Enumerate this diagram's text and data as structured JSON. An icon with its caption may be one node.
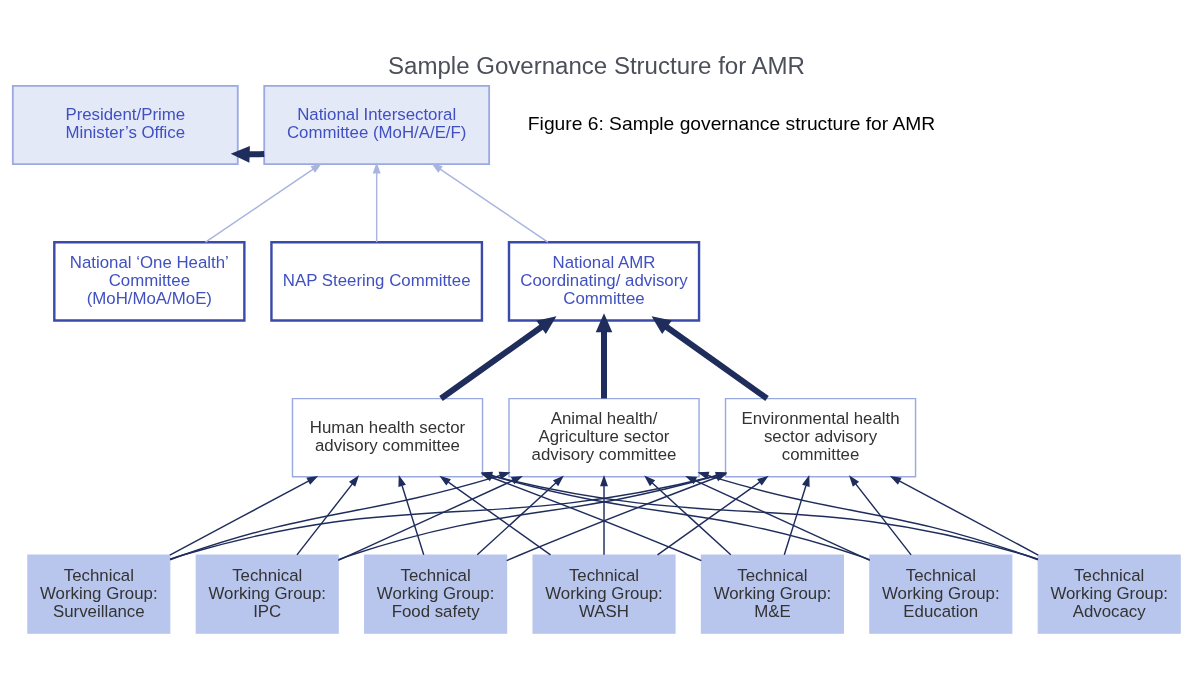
{
  "diagram": {
    "title": "Sample Governance Structure for AMR",
    "nodes": [
      {
        "text": [
          "President/Prime Minister’s Office"
        ]
      },
      {
        "text": [
          "National Intersectoral Committee (MoH/A/E/F)"
        ]
      },
      {
        "text": [
          "National ‘One Health’ Committee (MoH/MoA/MoE)"
        ]
      },
      {
        "text": [
          "NAP Steering Committee"
        ]
      },
      {
        "text": [
          "National AMR Coordinating/ advisory Committee"
        ]
      },
      {
        "text": [
          "Human health sector advisory committee"
        ]
      },
      {
        "text": [
          "Animal health/ Agriculture sector advisory committee"
        ]
      },
      {
        "text": [
          "Environmental health sector advisory committee"
        ]
      },
      {
        "text": [
          "Technical Working Group: Surveillance"
        ]
      },
      {
        "text": [
          "Technical Working Group: IPC"
        ]
      },
      {
        "text": [
          "Technical Working Group: Food safety"
        ]
      },
      {
        "text": [
          "Technical Working Group: WASH"
        ]
      },
      {
        "text": [
          "Technical Working Group: M&E"
        ]
      },
      {
        "text": [
          "Technical Working Group: Education"
        ]
      },
      {
        "text": [
          "Technical Working Group: Advocacy"
        ]
      }
    ],
    "edges": [
      {
        "from": 1,
        "to": 0,
        "arrow": "to",
        "style": "thick"
      },
      {
        "from": 2,
        "to": 1,
        "arrow": "to",
        "color": "#a9b4e0"
      },
      {
        "from": 3,
        "to": 1,
        "arrow": "to",
        "color": "#a9b4e0"
      },
      {
        "from": 4,
        "to": 1,
        "arrow": "to",
        "color": "#a9b4e0"
      },
      {
        "from": 5,
        "to": 4,
        "arrow": "to",
        "style": "thick"
      },
      {
        "from": 6,
        "to": 4,
        "arrow": "to",
        "style": "thick"
      },
      {
        "from": 7,
        "to": 4,
        "arrow": "to",
        "style": "thick"
      },
      {
        "from": 8,
        "to": 5,
        "arrow": "to"
      },
      {
        "from": 8,
        "to": 6,
        "arrow": "to"
      },
      {
        "from": 8,
        "to": 7,
        "arrow": "to"
      },
      {
        "from": 9,
        "to": 5,
        "arrow": "to"
      },
      {
        "from": 9,
        "to": 6,
        "arrow": "to"
      },
      {
        "from": 9,
        "to": 7,
        "arrow": "to"
      },
      {
        "from": 10,
        "to": 5,
        "arrow": "to"
      },
      {
        "from": 10,
        "to": 6,
        "arrow": "to"
      },
      {
        "from": 10,
        "to": 7,
        "arrow": "to"
      },
      {
        "from": 11,
        "to": 5,
        "arrow": "to"
      },
      {
        "from": 11,
        "to": 6,
        "arrow": "to"
      },
      {
        "from": 11,
        "to": 7,
        "arrow": "to"
      },
      {
        "from": 12,
        "to": 5,
        "arrow": "to"
      },
      {
        "from": 12,
        "to": 6,
        "arrow": "to"
      },
      {
        "from": 12,
        "to": 7,
        "arrow": "to"
      },
      {
        "from": 13,
        "to": 5,
        "arrow": "to"
      },
      {
        "from": 13,
        "to": 6,
        "arrow": "to"
      },
      {
        "from": 13,
        "to": 7,
        "arrow": "to"
      },
      {
        "from": 14,
        "to": 5,
        "arrow": "to"
      },
      {
        "from": 14,
        "to": 6,
        "arrow": "to"
      },
      {
        "from": 14,
        "to": 7,
        "arrow": "to"
      }
    ],
    "labels": [
      "Figure 6: Sample governance structure for AMR"
    ]
  }
}
